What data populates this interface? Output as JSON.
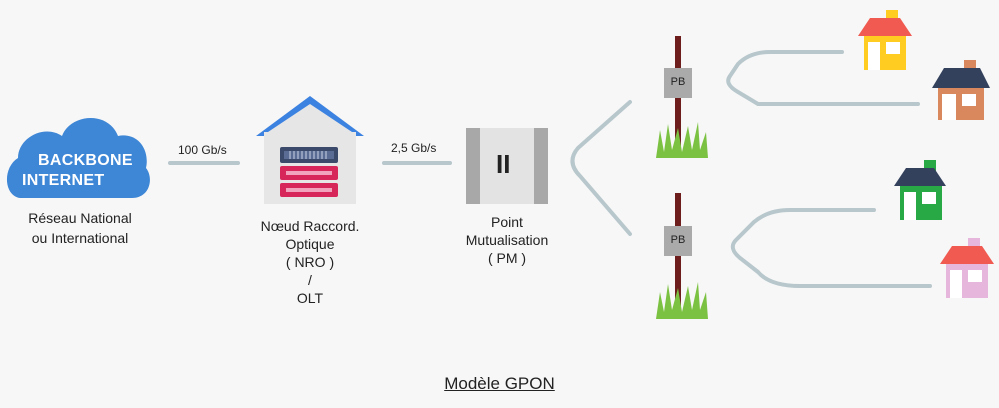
{
  "backbone": {
    "line1": "BACKBONE",
    "line2": "INTERNET",
    "desc_line1": "Réseau National",
    "desc_line2": "ou International"
  },
  "link1_speed": "100 Gb/s",
  "nro": {
    "line1": "Nœud Raccord.",
    "line2": "Optique",
    "line3": "( NRO )",
    "line4": "/",
    "line5": "OLT"
  },
  "link2_speed": "2,5 Gb/s",
  "pm": {
    "symbol": "II",
    "line1": "Point",
    "line2": "Mutualisation",
    "line3": "( PM )"
  },
  "pb_top": "PB",
  "pb_bottom": "PB",
  "caption": "Modèle GPON",
  "colors": {
    "cloud": "#3e86d6",
    "link": "#b7c7cc",
    "roof_nro": "#3c82e0",
    "server": "#3b4a6b",
    "server_accent": "#d7265a",
    "pole": "#6e1d1d",
    "grass": "#7cc242",
    "house_yellow": "#ffcc22",
    "house_orange": "#d9875c",
    "house_green": "#29a846",
    "house_pink": "#e7b6dc",
    "roof_red": "#f05a50",
    "roof_navy": "#33415c"
  },
  "icons": [
    "cloud-icon",
    "building-icon",
    "server-icon",
    "cabinet-icon",
    "pole-icon",
    "house-icon"
  ]
}
